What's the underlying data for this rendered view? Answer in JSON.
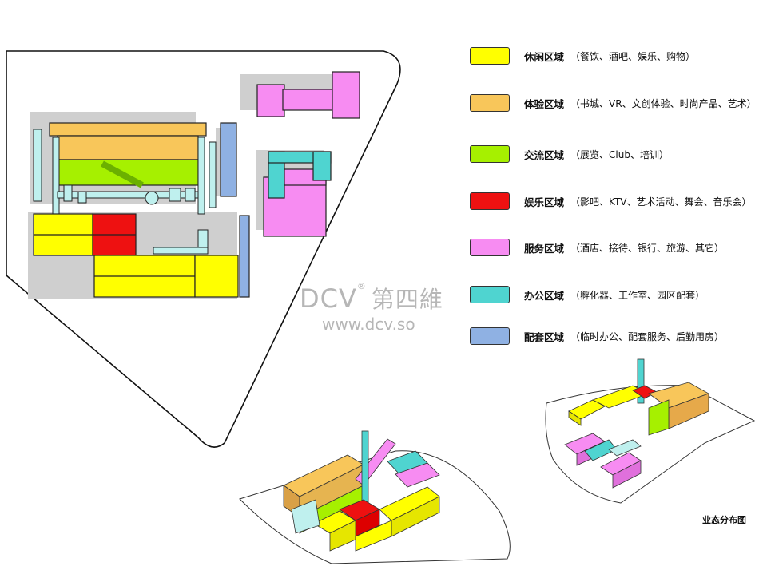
{
  "colors": {
    "leisure": "#ffff00",
    "experience": "#f8c65a",
    "exchange": "#a6f000",
    "entertainment": "#ee1111",
    "service": "#f78cf2",
    "office": "#4fd4d0",
    "support": "#8fb1e3",
    "shadow": "#cfcfcf"
  },
  "legend": [
    {
      "name": "休闲区域",
      "desc": "（餐饮、酒吧、娱乐、购物）",
      "color": "#ffff00"
    },
    {
      "name": "体验区域",
      "desc": "（书城、VR、文创体验、时尚产品、艺术）",
      "color": "#f8c65a"
    },
    {
      "name": "交流区域",
      "desc": "（展览、Club、培训）",
      "color": "#a6f000"
    },
    {
      "name": "娱乐区域",
      "desc": "（影吧、KTV、艺术活动、舞会、音乐会）",
      "color": "#ee1111"
    },
    {
      "name": "服务区域",
      "desc": "（酒店、接待、银行、旅游、其它）",
      "color": "#f78cf2"
    },
    {
      "name": "办公区域",
      "desc": "（孵化器、工作室、园区配套）",
      "color": "#4fd4d0"
    },
    {
      "name": "配套区域",
      "desc": "（临时办公、配套服务、后勤用房）",
      "color": "#8fb1e3"
    }
  ],
  "watermark": {
    "logo": "DCV",
    "reg": "®",
    "cn": "第四維",
    "url": "www.dcv.so"
  },
  "caption": "业态分布图"
}
